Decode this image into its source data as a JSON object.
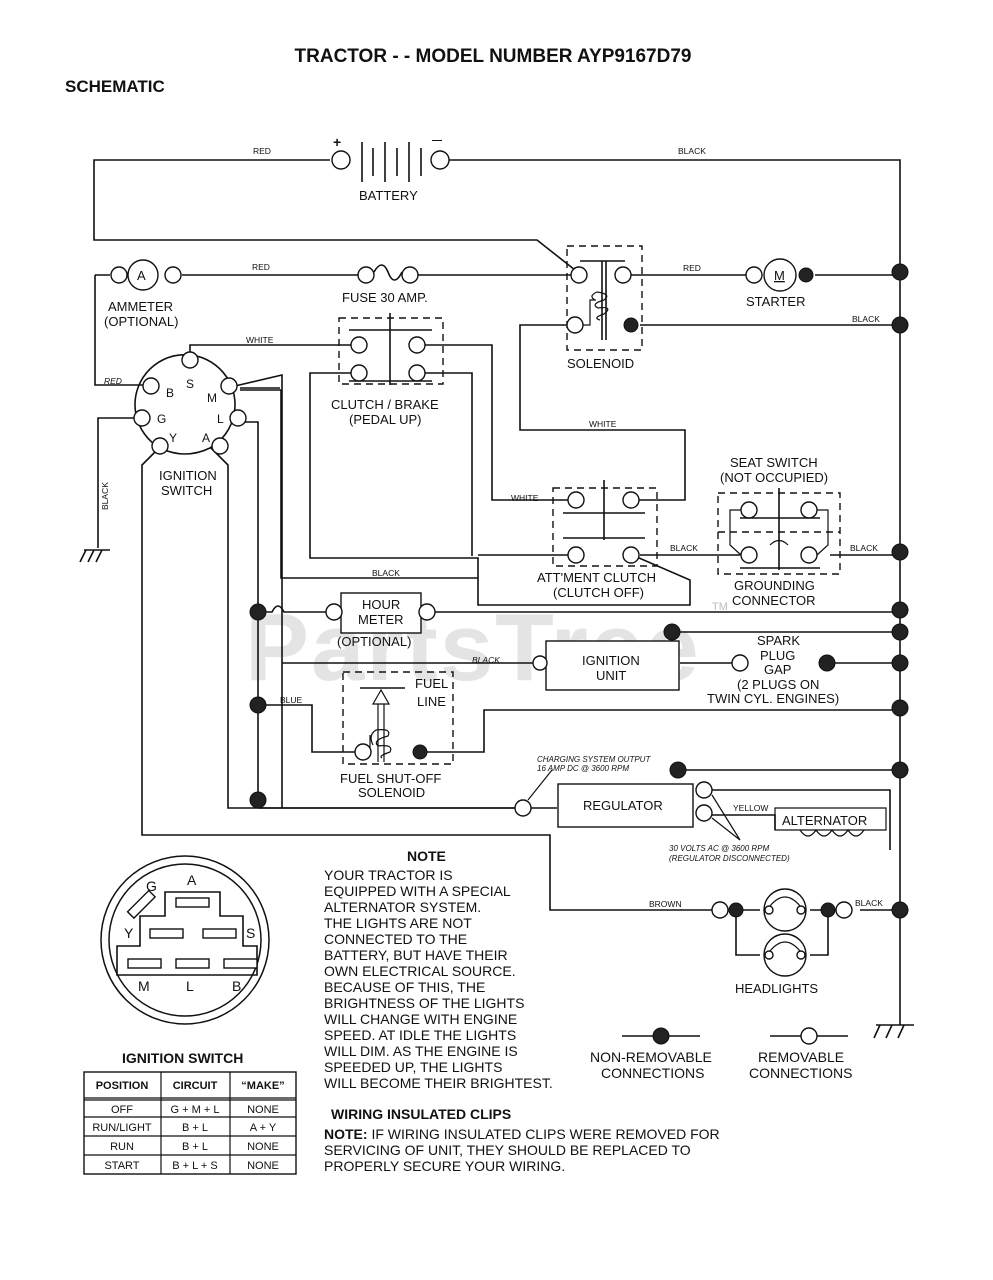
{
  "header": {
    "title": "TRACTOR - - MODEL NUMBER AYP9167D79",
    "subtitle": "SCHEMATIC"
  },
  "watermark": {
    "text": "PartsTree",
    "tm": "TM"
  },
  "components": {
    "battery": {
      "label": "BATTERY",
      "plus": "+",
      "minus": "—"
    },
    "ammeter": {
      "symbol": "A",
      "label1": "AMMETER",
      "label2": "(OPTIONAL)"
    },
    "fuse": {
      "label": "FUSE 30 AMP."
    },
    "solenoid": {
      "label": "SOLENOID"
    },
    "starter": {
      "symbol": "M",
      "label": "STARTER"
    },
    "clutch_brake": {
      "label1": "CLUTCH / BRAKE",
      "label2": "(PEDAL UP)"
    },
    "ignition_switch": {
      "label1": "IGNITION",
      "label2": "SWITCH",
      "terminals": [
        "S",
        "B",
        "M",
        "G",
        "L",
        "Y",
        "A"
      ]
    },
    "seat_switch": {
      "label1": "SEAT SWITCH",
      "label2": "(NOT OCCUPIED)"
    },
    "attachment_clutch": {
      "label1": "ATT'MENT CLUTCH",
      "label2": "(CLUTCH OFF)"
    },
    "grounding_connector": {
      "label1": "GROUNDING",
      "label2": "CONNECTOR"
    },
    "hour_meter": {
      "label1": "HOUR",
      "label2": "METER",
      "label3": "(OPTIONAL)"
    },
    "ignition_unit": {
      "label1": "IGNITION",
      "label2": "UNIT"
    },
    "spark_plug": {
      "label1": "SPARK",
      "label2": "PLUG",
      "label3": "GAP",
      "label4": "(2 PLUGS ON",
      "label5": "TWIN CYL. ENGINES)"
    },
    "fuel_solenoid": {
      "label1": "FUEL SHUT-OFF",
      "label2": "SOLENOID",
      "fuel1": "FUEL",
      "fuel2": "LINE"
    },
    "regulator": {
      "label": "REGULATOR",
      "output1": "CHARGING SYSTEM OUTPUT",
      "output2": "16 AMP DC @ 3600 RPM",
      "ac1": "30 VOLTS AC @ 3600 RPM",
      "ac2": "(REGULATOR DISCONNECTED)"
    },
    "alternator": {
      "label": "ALTERNATOR"
    },
    "headlights": {
      "label": "HEADLIGHTS"
    }
  },
  "wires": {
    "red": "RED",
    "black": "BLACK",
    "white": "WHITE",
    "blue": "BLUE",
    "yellow": "YELLOW",
    "brown": "BROWN"
  },
  "legend": {
    "non_removable1": "NON-REMOVABLE",
    "non_removable2": "CONNECTIONS",
    "removable1": "REMOVABLE",
    "removable2": "CONNECTIONS"
  },
  "switch_face": {
    "title": "IGNITION SWITCH",
    "labels": {
      "G": "G",
      "A": "A",
      "Y": "Y",
      "S": "S",
      "M": "M",
      "L": "L",
      "B": "B"
    }
  },
  "switch_table": {
    "headers": [
      "POSITION",
      "CIRCUIT",
      "“MAKE”"
    ],
    "rows": [
      [
        "OFF",
        "G + M + L",
        "NONE"
      ],
      [
        "RUN/LIGHT",
        "B + L",
        "A + Y"
      ],
      [
        "RUN",
        "B + L",
        "NONE"
      ],
      [
        "START",
        "B + L + S",
        "NONE"
      ]
    ]
  },
  "note": {
    "title": "NOTE",
    "lines": [
      "YOUR TRACTOR IS",
      "EQUIPPED WITH A SPECIAL",
      "ALTERNATOR SYSTEM.",
      "THE LIGHTS ARE NOT",
      "CONNECTED TO THE",
      "BATTERY, BUT HAVE THEIR",
      "OWN ELECTRICAL SOURCE.",
      "BECAUSE OF THIS, THE",
      "BRIGHTNESS OF THE LIGHTS",
      "WILL CHANGE WITH ENGINE",
      "SPEED. AT IDLE THE LIGHTS",
      "WILL DIM.  AS THE ENGINE IS",
      "SPEEDED UP, THE LIGHTS",
      "WILL BECOME THEIR BRIGHTEST."
    ]
  },
  "clips": {
    "title": "WIRING INSULATED CLIPS",
    "note_label": "NOTE:",
    "line1": " IF WIRING INSULATED CLIPS WERE REMOVED FOR",
    "line2": "SERVICING OF UNIT, THEY SHOULD BE REPLACED TO",
    "line3": "PROPERLY SECURE YOUR WIRING."
  }
}
